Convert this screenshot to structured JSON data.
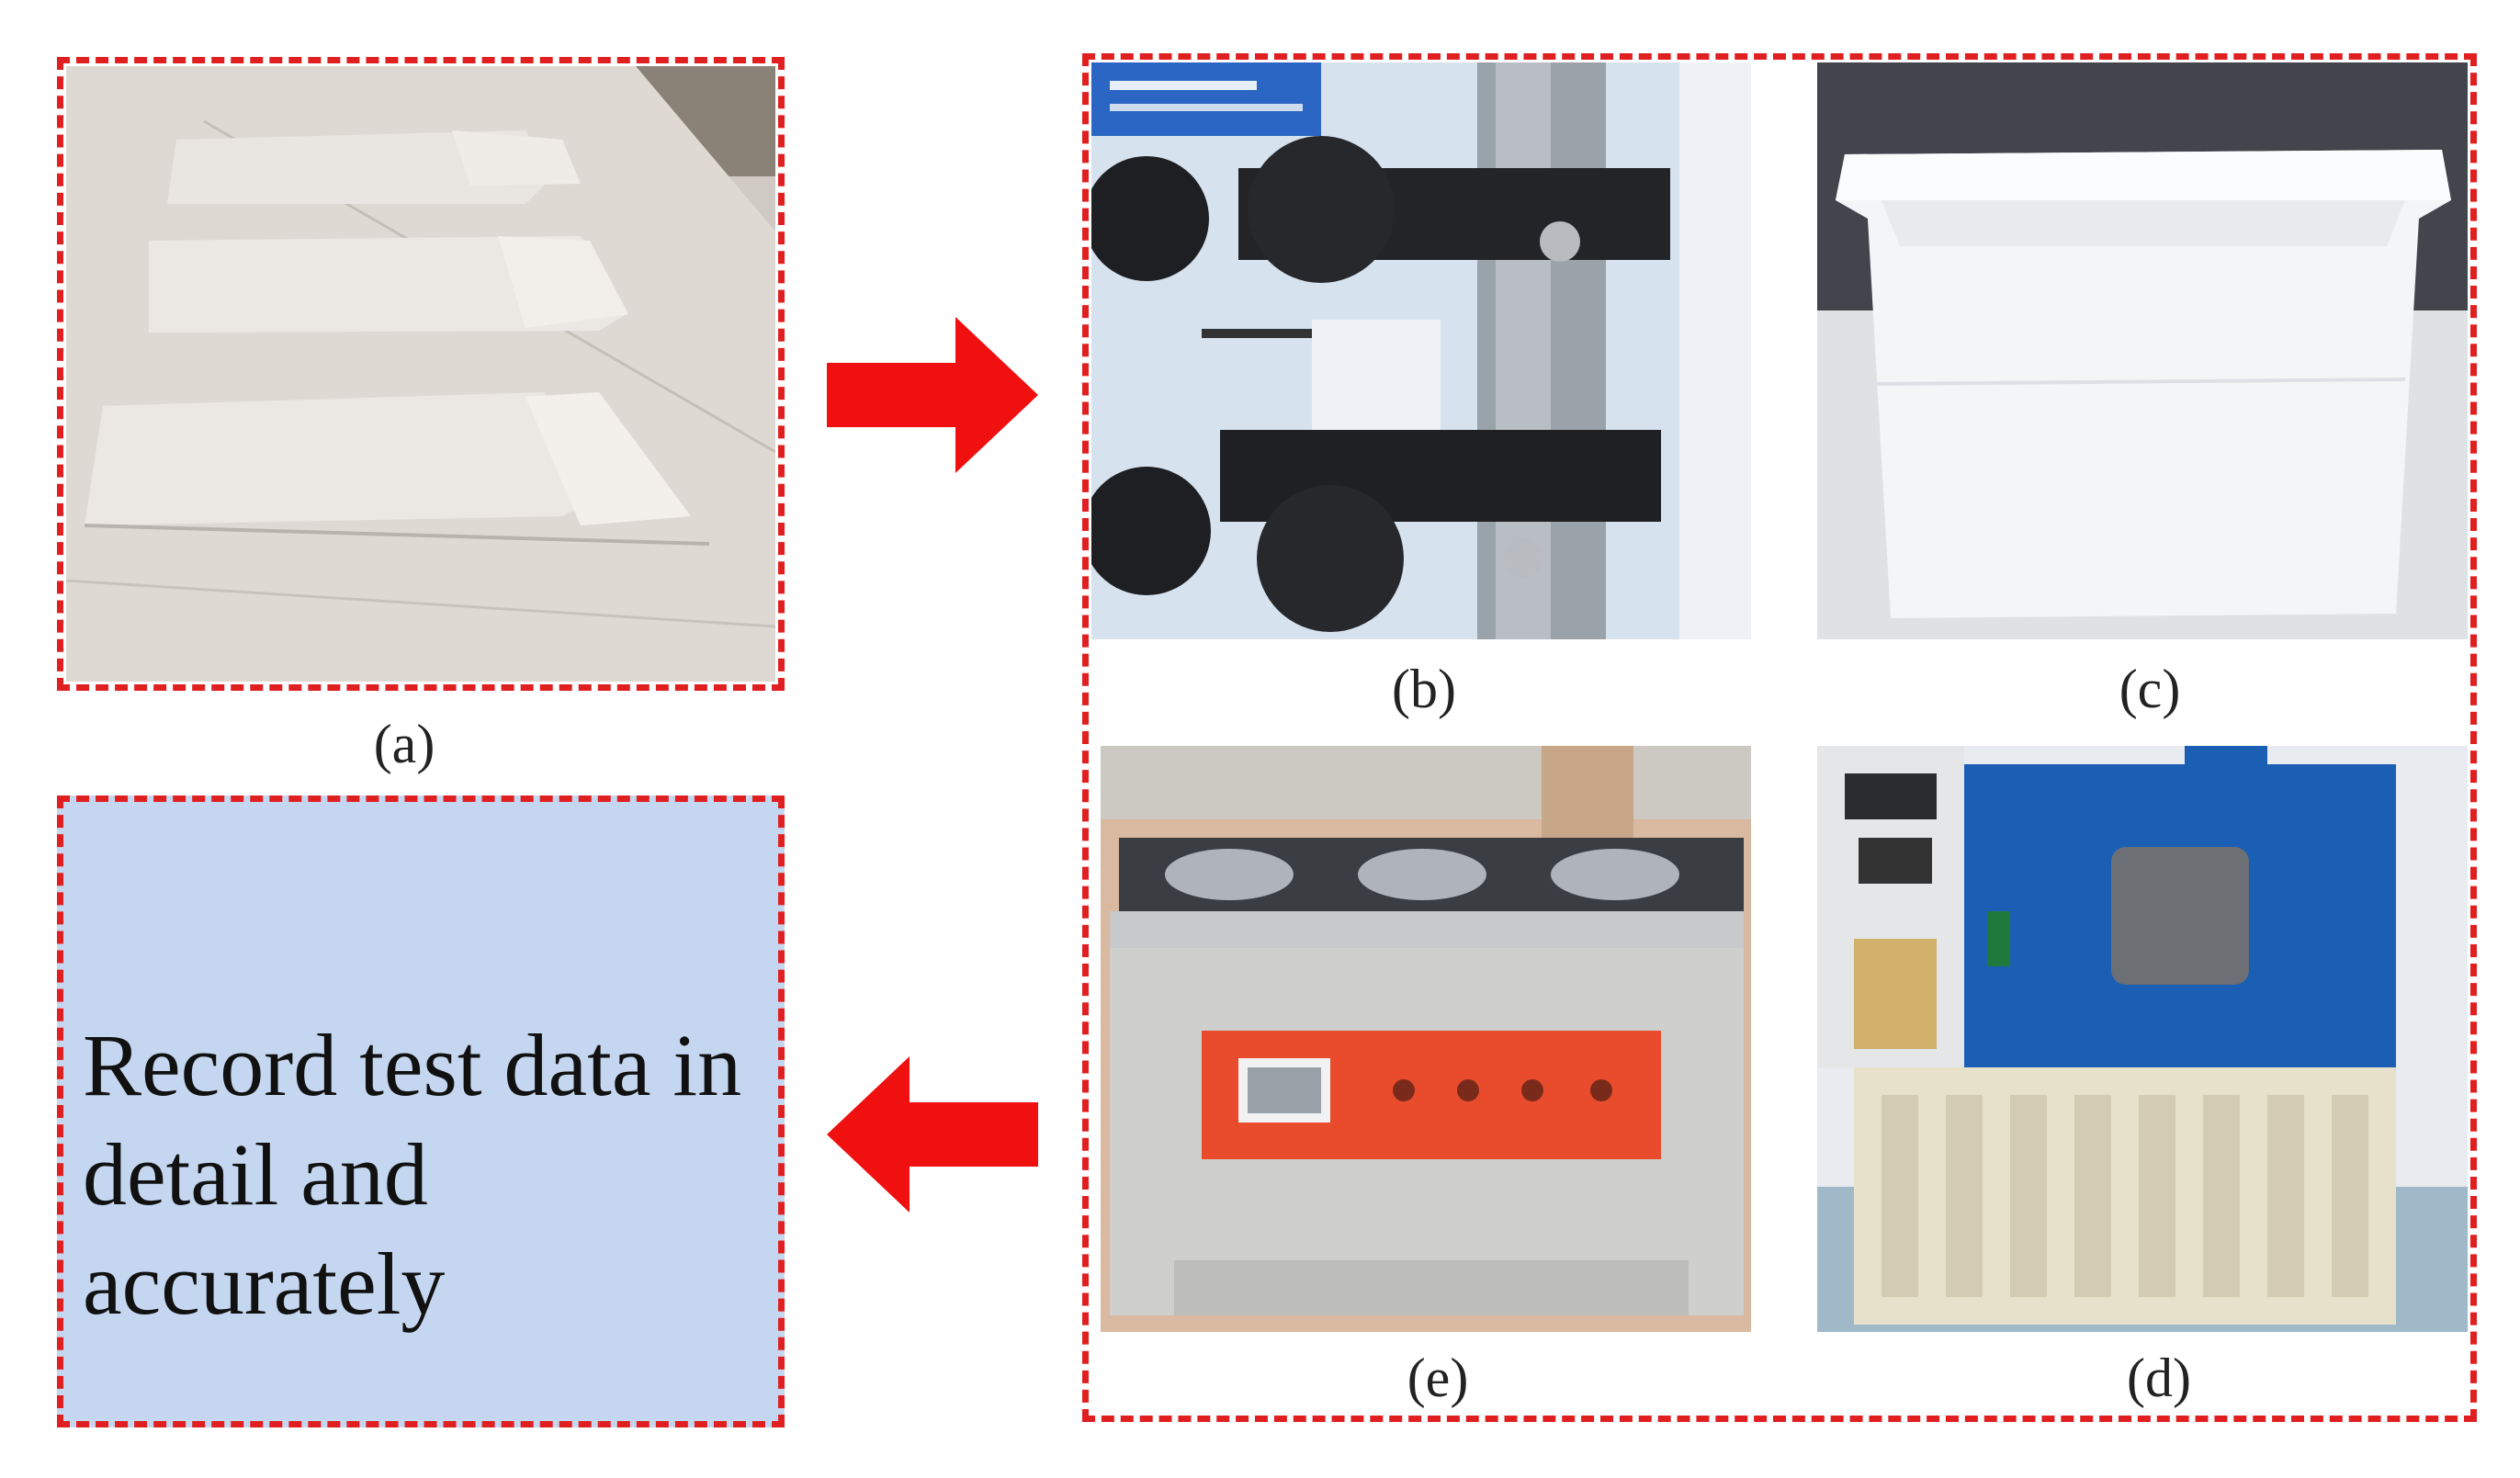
{
  "captions": {
    "a": "(a)",
    "b": "(b)",
    "c": "(c)",
    "d": "(d)",
    "e": "(e)"
  },
  "record_box": {
    "text_line1": "Record test data in",
    "text_line2": "detail and accurately"
  },
  "colors": {
    "dashed_border": "#e02020",
    "arrow_fill": "#f01010",
    "record_box_fill": "#c5d7f0"
  },
  "photos": {
    "a": "paper-specimens-photo",
    "b": "tensile-clamp-photo",
    "c": "white-plastic-tank-photo",
    "d": "blue-drying-oven-photo",
    "e": "water-bath-apparatus-photo"
  }
}
